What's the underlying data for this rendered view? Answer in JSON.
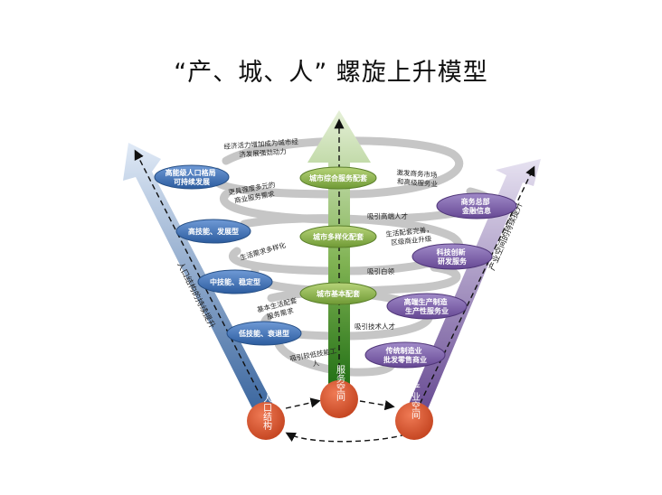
{
  "title": "“产、城、人”  螺旋上升模型",
  "left_axis_label": "人口结构的持续提升",
  "right_axis_label": "产业空间的持续提升",
  "center": {
    "top": "城市综合服务配套",
    "mid": "城市多样化配套",
    "low": "城市基本配套"
  },
  "left_nodes": [
    "高能级人口格局可持续发展",
    "高技能、发展型",
    "中技能、稳定型",
    "低技能、衰退型"
  ],
  "left_nodes_lines": [
    [
      "高能级人口格局",
      "可持续发展"
    ],
    [
      "高技能、发展型"
    ],
    [
      "中技能、稳定型"
    ],
    [
      "低技能、衰退型"
    ]
  ],
  "right_nodes": [
    "商务总部金融信息",
    "科技创新研发服务",
    "高端生产制造生产性服务业",
    "传统制造业批发零售商业"
  ],
  "right_nodes_lines": [
    [
      "商务总部",
      "金融信息"
    ],
    [
      "科技创新",
      "研发服务"
    ],
    [
      "高端生产制造",
      "生产性服务业"
    ],
    [
      "传统制造业",
      "批发零售商业"
    ]
  ],
  "spiral_labels": {
    "econ": "经济活力增加成为城市经济发展强劲动力",
    "econ_lines": [
      "经济活力增加成为城市经",
      "济发展强劲动力"
    ],
    "diverse_demand": "更具强度多元的商业服务需求",
    "diverse_demand_lines": [
      "更具强度多元的",
      "商业服务需求"
    ],
    "stimulate": "激发商务市场和高级服务业",
    "stimulate_lines": [
      "激发商务市场",
      "和高级服务业"
    ],
    "attract_high": "吸引高端人才",
    "life_demand": "生活需求多样化",
    "life_complete": "生活配套完善，区级商业升级",
    "life_complete_lines": [
      "生活配套完善，",
      "区级商业升级"
    ],
    "attract_white": "吸引白领",
    "basic_demand": "基本生活配套服务需求",
    "basic_demand_lines": [
      "基本生活配套",
      "服务需求"
    ],
    "attract_tech": "吸引技术人才",
    "attract_low": "吸引较低技能工人",
    "attract_low_lines": [
      "吸引较低技能工",
      "人"
    ]
  },
  "bottom_nodes": {
    "population": "人口结构",
    "service": "服务空间",
    "industry": "产业空间"
  },
  "colors": {
    "blue_node": "#3d6fb6",
    "purple_node": "#7a5ea6",
    "green_node": "#8db24a",
    "red_node": "#d6532f",
    "spiral": "#c4c4c4",
    "green_arrow": "#2e7d1f"
  }
}
